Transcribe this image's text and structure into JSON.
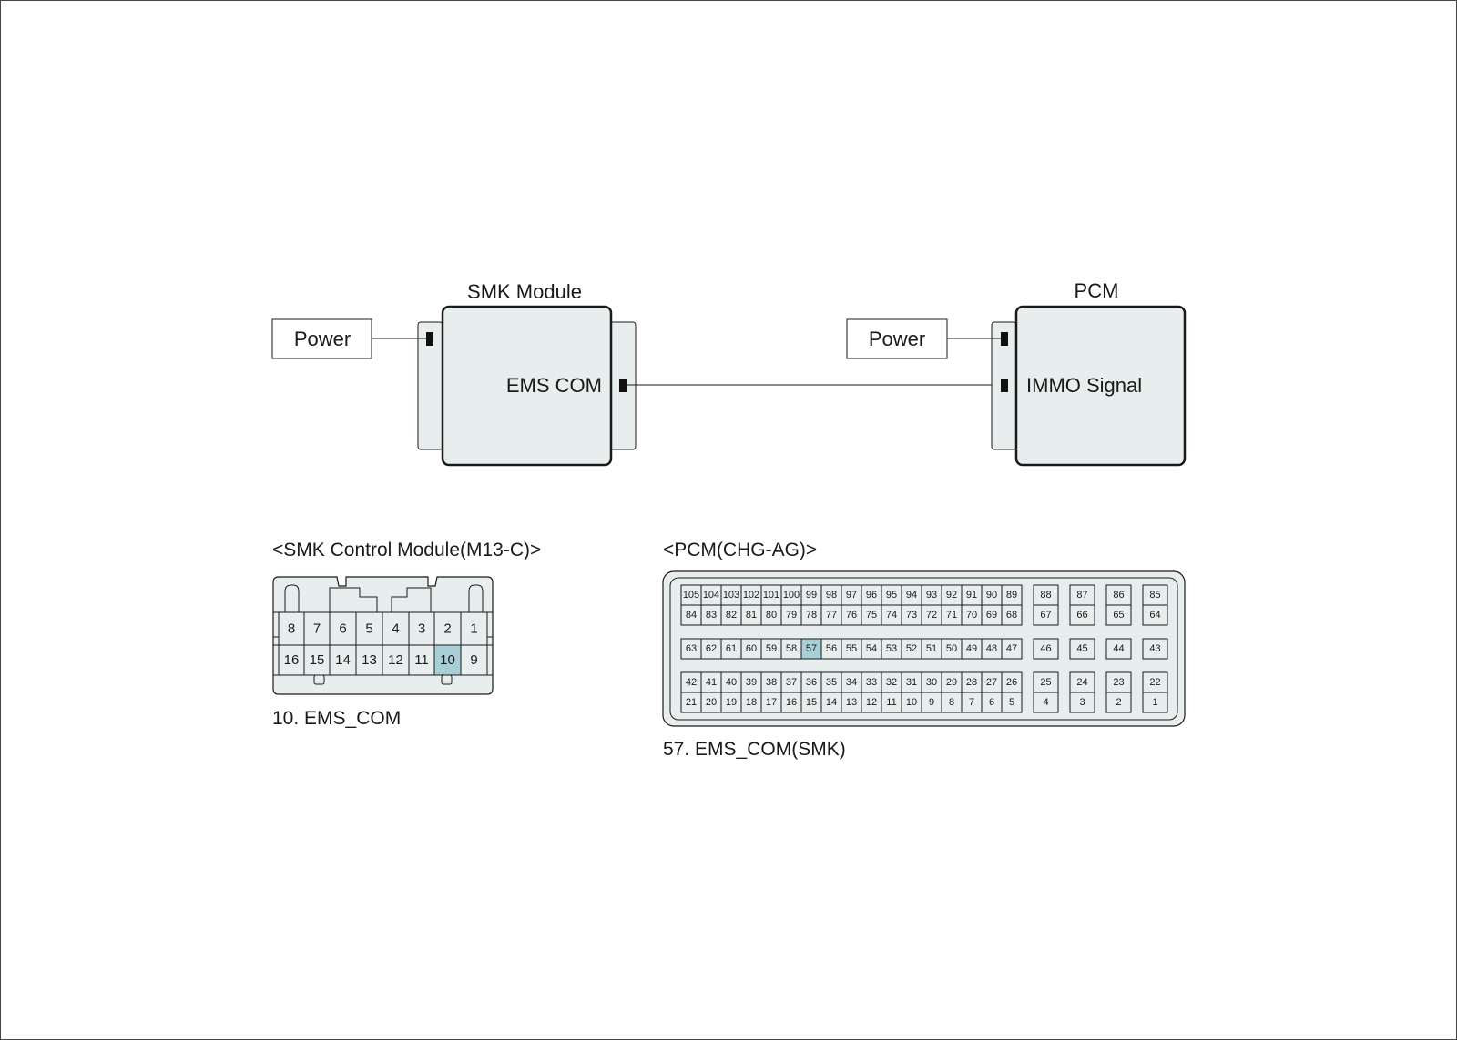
{
  "colors": {
    "body_fill": "#e8eeee",
    "highlight": "#a9cfd6",
    "stroke": "#1a1a1a"
  },
  "wiring": {
    "smk_module_title": "SMK Module",
    "smk_power_label": "Power",
    "smk_ems_com_label": "EMS COM",
    "pcm_title": "PCM",
    "pcm_power_label": "Power",
    "pcm_immo_label": "IMMO Signal"
  },
  "smk_connector": {
    "title": "<SMK Control Module(M13-C)>",
    "row_top": [
      "8",
      "7",
      "6",
      "5",
      "4",
      "3",
      "2",
      "1"
    ],
    "row_bottom": [
      "16",
      "15",
      "14",
      "13",
      "12",
      "11",
      "10",
      "9"
    ],
    "highlight_pin": "10",
    "caption": "10. EMS_COM"
  },
  "pcm_connector": {
    "title": "<PCM(CHG-AG)>",
    "row1_main": [
      "105",
      "104",
      "103",
      "102",
      "101",
      "100",
      "99",
      "98",
      "97",
      "96",
      "95",
      "94",
      "93",
      "92",
      "91",
      "90",
      "89"
    ],
    "row2_main": [
      "84",
      "83",
      "82",
      "81",
      "80",
      "79",
      "78",
      "77",
      "76",
      "75",
      "74",
      "73",
      "72",
      "71",
      "70",
      "69",
      "68"
    ],
    "row3_main": [
      "63",
      "62",
      "61",
      "60",
      "59",
      "58",
      "57",
      "56",
      "55",
      "54",
      "53",
      "52",
      "51",
      "50",
      "49",
      "48",
      "47"
    ],
    "row4_main": [
      "42",
      "41",
      "40",
      "39",
      "38",
      "37",
      "36",
      "35",
      "34",
      "33",
      "32",
      "31",
      "30",
      "29",
      "28",
      "27",
      "26"
    ],
    "row5_main": [
      "21",
      "20",
      "19",
      "18",
      "17",
      "16",
      "15",
      "14",
      "13",
      "12",
      "11",
      "10",
      "9",
      "8",
      "7",
      "6",
      "5"
    ],
    "row1_side": [
      "88",
      "87",
      "86",
      "85"
    ],
    "row2_side": [
      "67",
      "66",
      "65",
      "64"
    ],
    "row3_side": [
      "46",
      "45",
      "44",
      "43"
    ],
    "row4_side": [
      "25",
      "24",
      "23",
      "22"
    ],
    "row5_side": [
      "4",
      "3",
      "2",
      "1"
    ],
    "highlight_pin": "57",
    "caption": "57. EMS_COM(SMK)"
  }
}
